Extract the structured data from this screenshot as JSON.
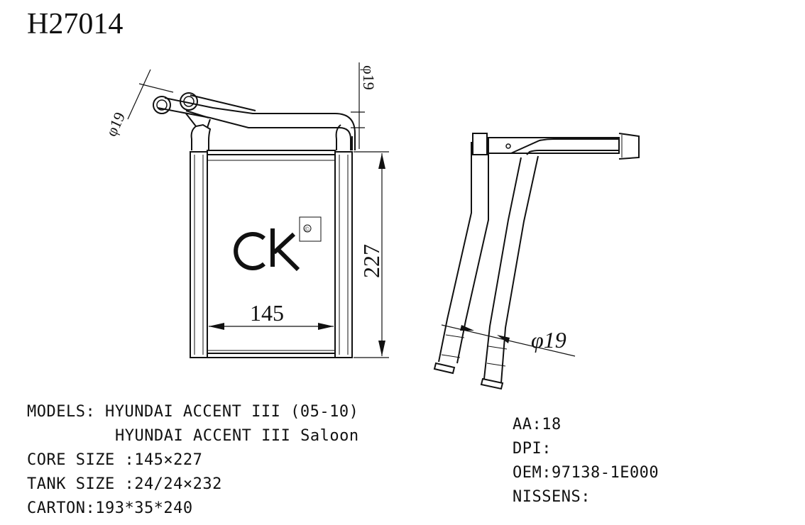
{
  "part_number": "H27014",
  "logo": {
    "letters": "CK",
    "registered_mark": "©"
  },
  "drawing": {
    "core_width_label": "145",
    "core_height_label": "227",
    "pipe_diameter_front_left": "φ19",
    "pipe_diameter_front_right": "φ19",
    "pipe_diameter_side": "φ19"
  },
  "specs_left": {
    "models_label": "MODELS:",
    "models_line1": "HYUNDAI ACCENT III (05-10)",
    "models_line2": "HYUNDAI ACCENT III Saloon",
    "core_size": "CORE SIZE :145×227",
    "tank_size": "TANK SIZE :24/24×232",
    "carton": "CARTON:193*35*240"
  },
  "specs_right": {
    "aa": "AA:18",
    "dpi": "DPI:",
    "oem": "OEM:97138-1E000",
    "nissens": "NISSENS:"
  }
}
